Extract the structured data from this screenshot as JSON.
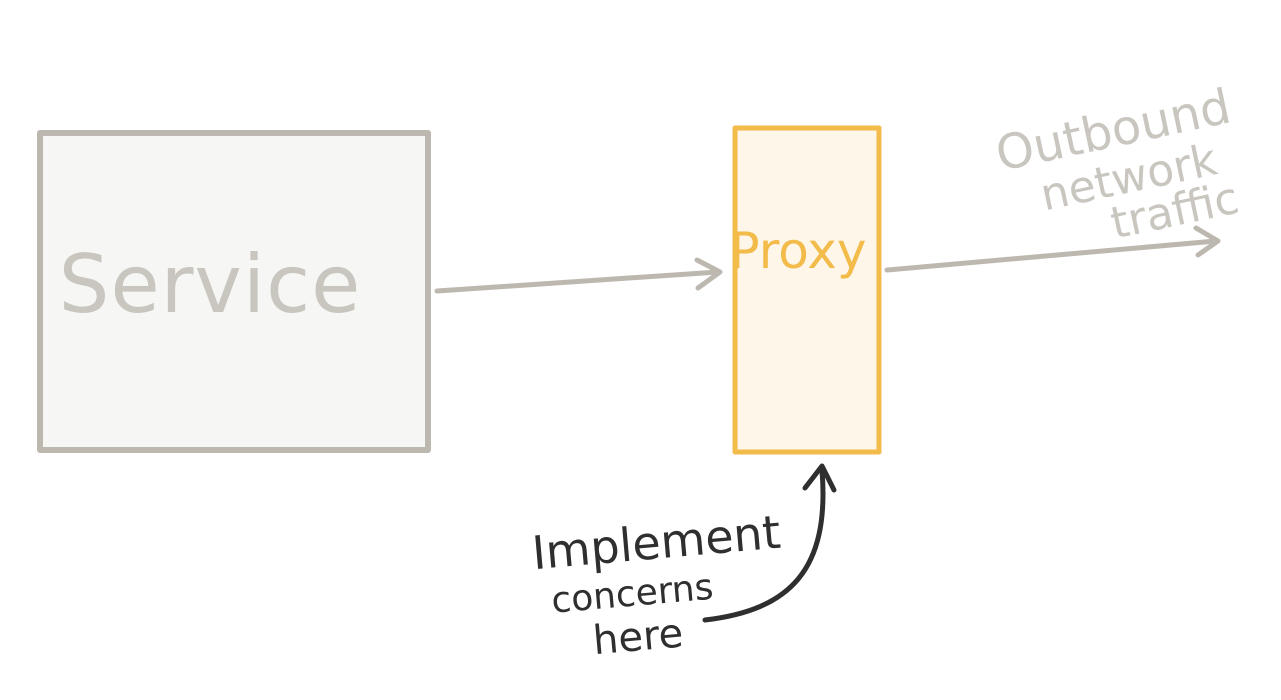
{
  "nodes": {
    "service": {
      "label": "Service"
    },
    "proxy": {
      "label": "Proxy"
    }
  },
  "labels": {
    "outbound": [
      "Outbound",
      "network",
      "traffic"
    ],
    "implement": [
      "Implement",
      "concerns",
      "here"
    ]
  },
  "colors": {
    "service_stroke": "#bdb8af",
    "service_fill": "#f6f6f4",
    "service_text": "#c9c6c0",
    "proxy_stroke": "#f2bb4a",
    "proxy_fill": "#fef6e9",
    "proxy_text": "#f2bb4a",
    "arrow_gray": "#bdb8af",
    "outbound_text": "#c9c6c0",
    "note_ink": "#2f2f2f"
  }
}
